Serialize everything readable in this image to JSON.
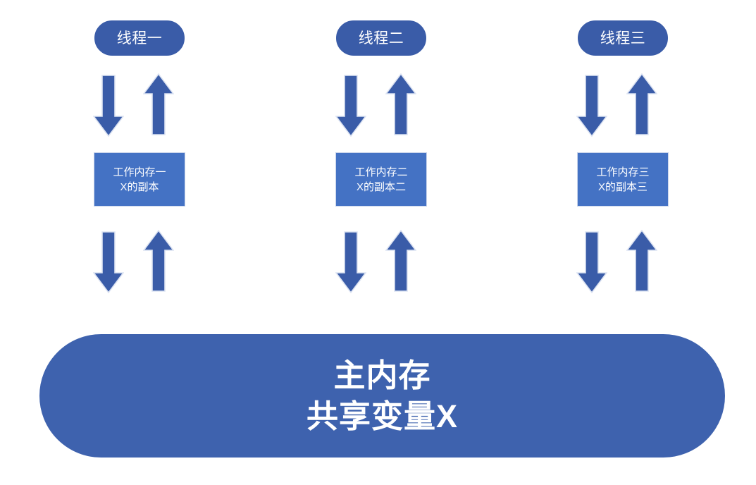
{
  "diagram": {
    "title": "Java Memory Model (JMM) threads and main memory diagram",
    "colors": {
      "thread_pill_fill": "#3A5CA8",
      "working_memory_fill": "#4472C4",
      "working_memory_border": "#C9D4EA",
      "arrow_fill": "#3A5CA8",
      "arrow_border": "#DCE3F2",
      "main_memory_fill": "#3E62AE",
      "text": "#FFFFFF",
      "background": "#FFFFFF"
    },
    "columns": [
      {
        "thread_label": "线程一",
        "working_memory": {
          "line1": "工作内存一",
          "line2": "X的副本"
        },
        "upper_arrows": [
          {
            "direction": "down",
            "name": "read-from-main-to-working-1"
          },
          {
            "direction": "up",
            "name": "write-from-working-to-thread-1"
          }
        ],
        "lower_arrows": [
          {
            "direction": "down",
            "name": "store-to-main-memory-1"
          },
          {
            "direction": "up",
            "name": "load-from-main-memory-1"
          }
        ]
      },
      {
        "thread_label": "线程二",
        "working_memory": {
          "line1": "工作内存二",
          "line2": "X的副本二"
        },
        "upper_arrows": [
          {
            "direction": "down",
            "name": "read-from-main-to-working-2"
          },
          {
            "direction": "up",
            "name": "write-from-working-to-thread-2"
          }
        ],
        "lower_arrows": [
          {
            "direction": "down",
            "name": "store-to-main-memory-2"
          },
          {
            "direction": "up",
            "name": "load-from-main-memory-2"
          }
        ]
      },
      {
        "thread_label": "线程三",
        "working_memory": {
          "line1": "工作内存三",
          "line2": "X的副本三"
        },
        "upper_arrows": [
          {
            "direction": "down",
            "name": "read-from-main-to-working-3"
          },
          {
            "direction": "up",
            "name": "write-from-working-to-thread-3"
          }
        ],
        "lower_arrows": [
          {
            "direction": "down",
            "name": "store-to-main-memory-3"
          },
          {
            "direction": "up",
            "name": "load-from-main-memory-3"
          }
        ]
      }
    ],
    "main_memory": {
      "line1": "主内存",
      "line2": "共享变量X"
    }
  }
}
